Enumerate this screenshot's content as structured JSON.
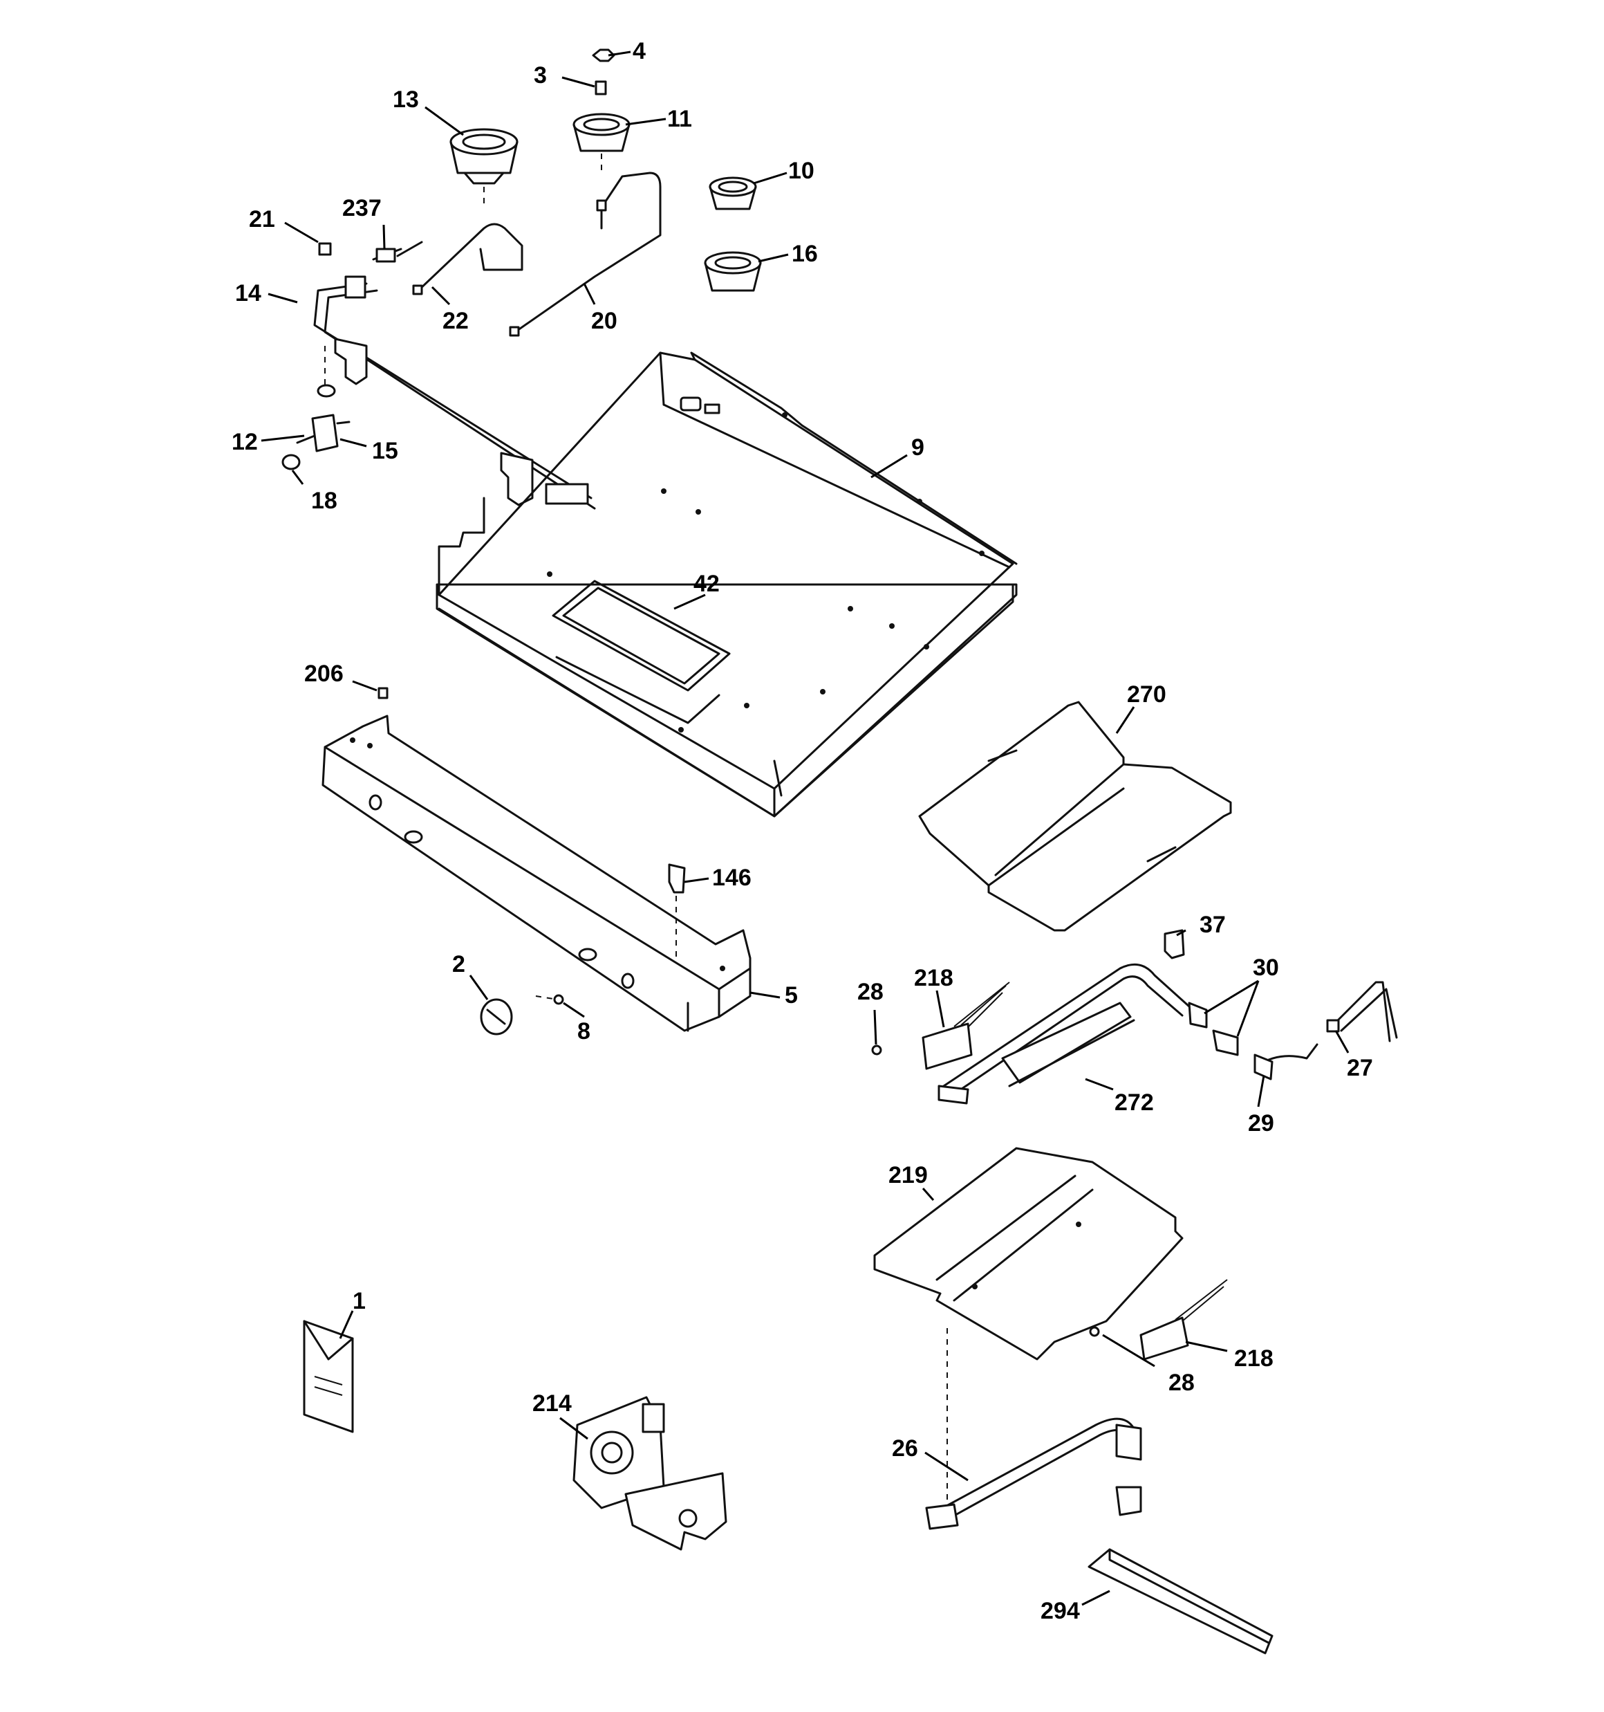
{
  "callouts": [
    {
      "id": "p4",
      "label": "4"
    },
    {
      "id": "p3",
      "label": "3"
    },
    {
      "id": "p13",
      "label": "13"
    },
    {
      "id": "p11",
      "label": "11"
    },
    {
      "id": "p10",
      "label": "10"
    },
    {
      "id": "p16",
      "label": "16"
    },
    {
      "id": "p21",
      "label": "21"
    },
    {
      "id": "p237",
      "label": "237"
    },
    {
      "id": "p14",
      "label": "14"
    },
    {
      "id": "p22",
      "label": "22"
    },
    {
      "id": "p20",
      "label": "20"
    },
    {
      "id": "p12",
      "label": "12"
    },
    {
      "id": "p15",
      "label": "15"
    },
    {
      "id": "p18",
      "label": "18"
    },
    {
      "id": "p9",
      "label": "9"
    },
    {
      "id": "p42",
      "label": "42"
    },
    {
      "id": "p206",
      "label": "206"
    },
    {
      "id": "p270",
      "label": "270"
    },
    {
      "id": "p146",
      "label": "146"
    },
    {
      "id": "p37",
      "label": "37"
    },
    {
      "id": "p2",
      "label": "2"
    },
    {
      "id": "p30",
      "label": "30"
    },
    {
      "id": "p5",
      "label": "5"
    },
    {
      "id": "p218a",
      "label": "218"
    },
    {
      "id": "p28a",
      "label": "28"
    },
    {
      "id": "p8",
      "label": "8"
    },
    {
      "id": "p27",
      "label": "27"
    },
    {
      "id": "p272",
      "label": "272"
    },
    {
      "id": "p29",
      "label": "29"
    },
    {
      "id": "p219",
      "label": "219"
    },
    {
      "id": "p1",
      "label": "1"
    },
    {
      "id": "p218b",
      "label": "218"
    },
    {
      "id": "p214",
      "label": "214"
    },
    {
      "id": "p28b",
      "label": "28"
    },
    {
      "id": "p26",
      "label": "26"
    },
    {
      "id": "p294",
      "label": "294"
    }
  ]
}
